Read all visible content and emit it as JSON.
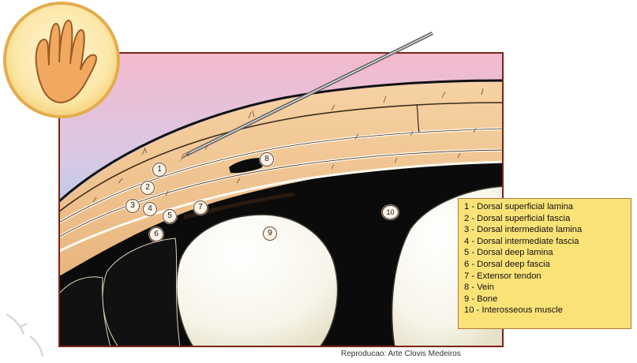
{
  "figure": {
    "icon": "hand-icon",
    "colors": {
      "skin": "#f1c693",
      "dark_layer": "#0b0b0b",
      "bone": "#fdfcf6",
      "frame": "#7a2418",
      "legend_background": "#fbe277"
    }
  },
  "markers": [
    "1",
    "2",
    "3",
    "4",
    "5",
    "6",
    "7",
    "8",
    "9",
    "10"
  ],
  "legend": {
    "items": [
      "1 - Dorsal superficial lamina",
      "2 - Dorsal superficial fascia",
      "3 - Dorsal intermediate lamina",
      "4 - Dorsal intermediate fascia",
      "5 - Dorsal deep lamina",
      "6 - Dorsal deep fascia",
      "7 - Extensor tendon",
      "8 - Vein",
      "9 - Bone",
      "10 - Interosseous muscle"
    ]
  },
  "credit": "Reproducao: Arte Clovis Medeiros"
}
